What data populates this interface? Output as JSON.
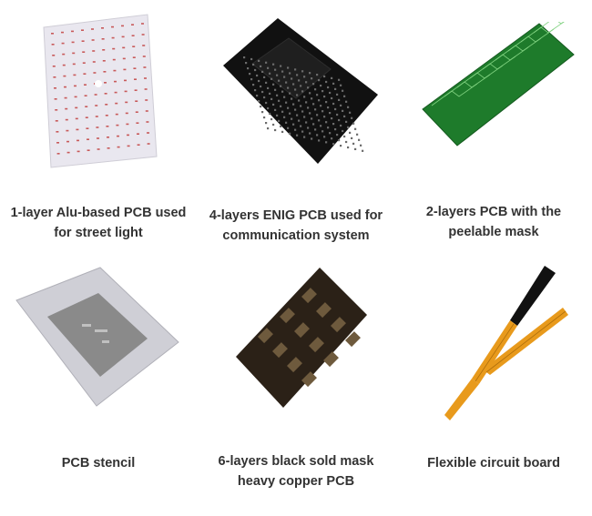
{
  "products": [
    {
      "name": "alu-pcb",
      "caption_line1": "1-layer Alu-based PCB used",
      "caption_line2": "for street light"
    },
    {
      "name": "enig-pcb",
      "caption_line1": "4-layers ENIG PCB used for",
      "caption_line2": "communication system"
    },
    {
      "name": "peelable-pcb",
      "caption_line1": "2-layers PCB with the",
      "caption_line2": "peelable mask"
    },
    {
      "name": "pcb-stencil",
      "caption_line1": "PCB stencil",
      "caption_line2": ""
    },
    {
      "name": "black-heavy-copper-pcb",
      "caption_line1": "6-layers black sold mask",
      "caption_line2": "heavy copper PCB"
    },
    {
      "name": "flex-circuit",
      "caption_line1": "Flexible circuit board",
      "caption_line2": ""
    }
  ],
  "colors": {
    "caption_text": "#333333",
    "alu_board": "#e8e6ee",
    "enig_board": "#141414",
    "green_board": "#1f7a2a",
    "stencil_frame": "#c9c9cf",
    "stencil_sheet": "#8c8c8c",
    "black_board": "#2a1f14",
    "flex_board": "#e89a1c"
  }
}
